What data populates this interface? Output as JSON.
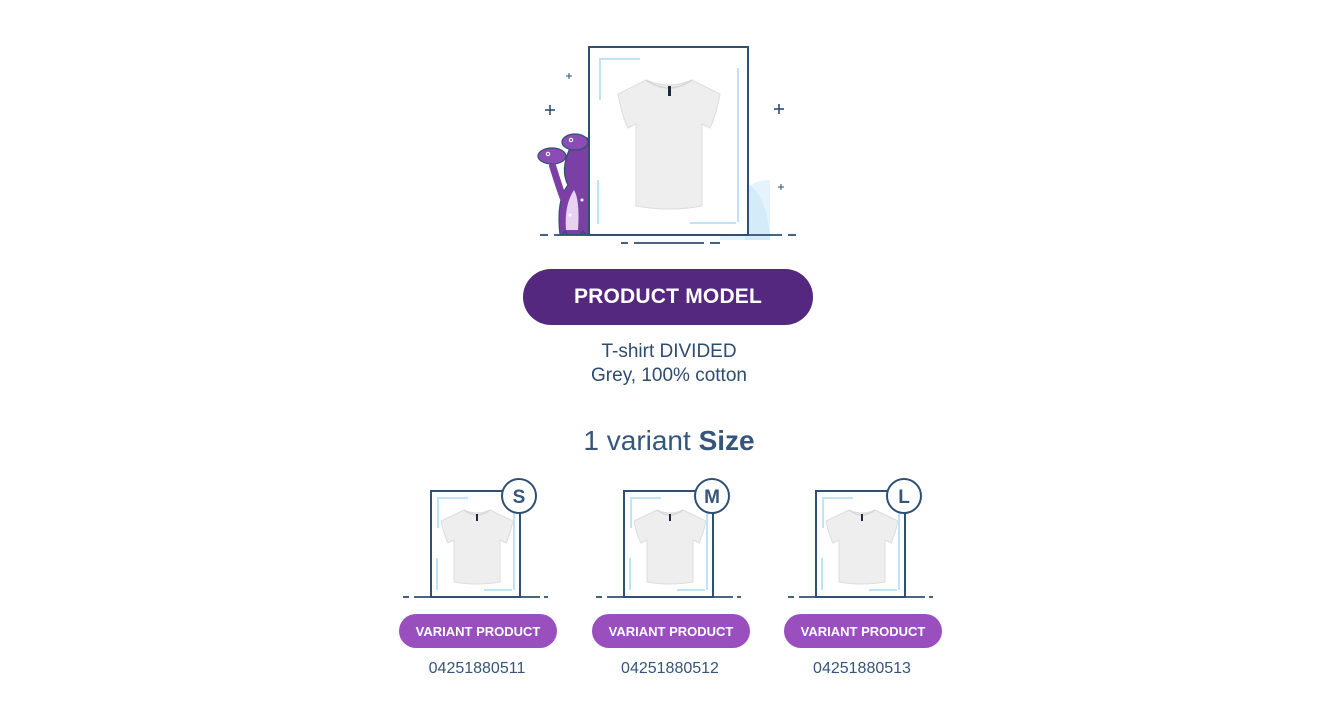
{
  "product_model": {
    "button_label": "PRODUCT MODEL",
    "title": "T-shirt DIVIDED",
    "description": "Grey, 100% cotton"
  },
  "variant_heading": {
    "count_text": "1 variant ",
    "attribute": "Size"
  },
  "variants": [
    {
      "size": "S",
      "label": "VARIANT PRODUCT",
      "sku": "04251880511"
    },
    {
      "size": "M",
      "label": "VARIANT PRODUCT",
      "sku": "04251880512"
    },
    {
      "size": "L",
      "label": "VARIANT PRODUCT",
      "sku": "04251880513"
    }
  ],
  "colors": {
    "model_button": "#54287f",
    "variant_button": "#9a4fbf",
    "frame": "#2f4f73",
    "accent_light": "#bfe3f7",
    "text": "#35557a",
    "mascot": "#7b3fa6"
  },
  "icons": [
    "tshirt-icon",
    "purple-dragon-mascot-icon",
    "sparkle-plus-icon",
    "size-badge-icon"
  ]
}
